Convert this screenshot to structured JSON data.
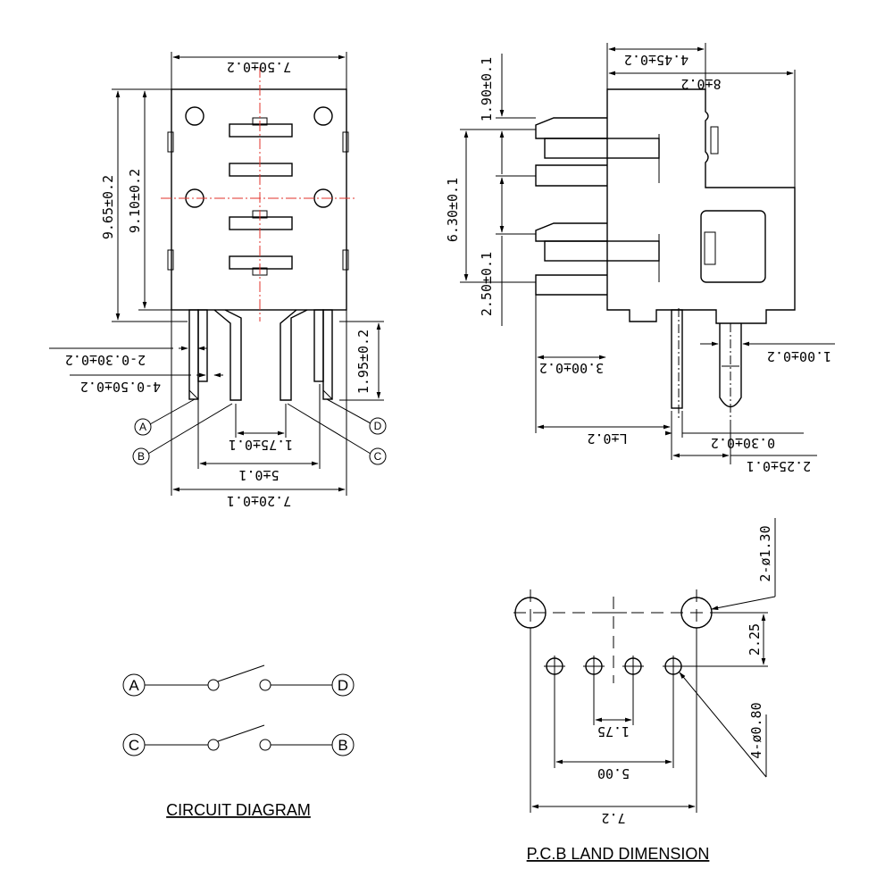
{
  "front_view": {
    "width_top": "7.50±0.2",
    "height_total": "9.65±0.2",
    "height_body": "9.10±0.2",
    "pin_width_2": "2-0.30±0.2",
    "pin_width_4": "4-0.50±0.2",
    "pin_protrusion": "1.95±0.2",
    "pitch_center": "1.75±0.1",
    "pitch_inner": "5±0.1",
    "pitch_outer": "7.20±0.1",
    "pins": [
      "A",
      "B",
      "C",
      "D"
    ]
  },
  "side_view": {
    "depth": "4.45±0.2",
    "length": "8±0.2",
    "tab_1": "1.90±0.1",
    "tab_2": "6.30±0.1",
    "tab_3": "2.50±0.1",
    "button": "3.00±0.2",
    "L": "L±0.2",
    "pin_thick": "0.30±0.2",
    "pin_offset": "2.25±0.1",
    "post_dia": "1.00±0.2"
  },
  "circuit": {
    "caption": "CIRCUIT DIAGRAM",
    "row1": [
      "A",
      "D"
    ],
    "row2": [
      "C",
      "B"
    ]
  },
  "pcb": {
    "caption": "P.C.B LAND DIMENSION",
    "big_holes": "2-ø1.30",
    "small_holes": "4-ø0.80",
    "v_offset": "2.25",
    "pitch_center": "1.75",
    "pitch_inner": "5.00",
    "pitch_outer": "7.2"
  }
}
